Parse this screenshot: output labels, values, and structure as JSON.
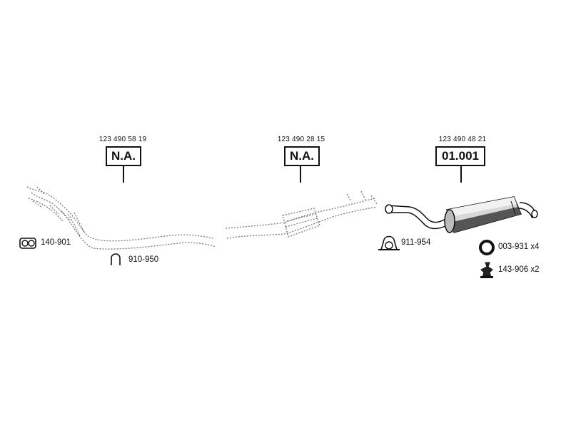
{
  "parts": [
    {
      "oe_number": "123 490 58 19",
      "code": "N.A."
    },
    {
      "oe_number": "123 490 28 15",
      "code": "N.A."
    },
    {
      "oe_number": "123 490 48 21",
      "code": "01.001"
    }
  ],
  "accessories": [
    {
      "code": "140-901",
      "icon": "clamp-block-icon"
    },
    {
      "code": "910-950",
      "icon": "u-bolt-icon"
    },
    {
      "code": "911-954",
      "icon": "pipe-clamp-icon"
    },
    {
      "code": "003-931 x4",
      "icon": "ring-gasket-icon"
    },
    {
      "code": "143-906 x2",
      "icon": "rubber-mount-icon"
    }
  ]
}
